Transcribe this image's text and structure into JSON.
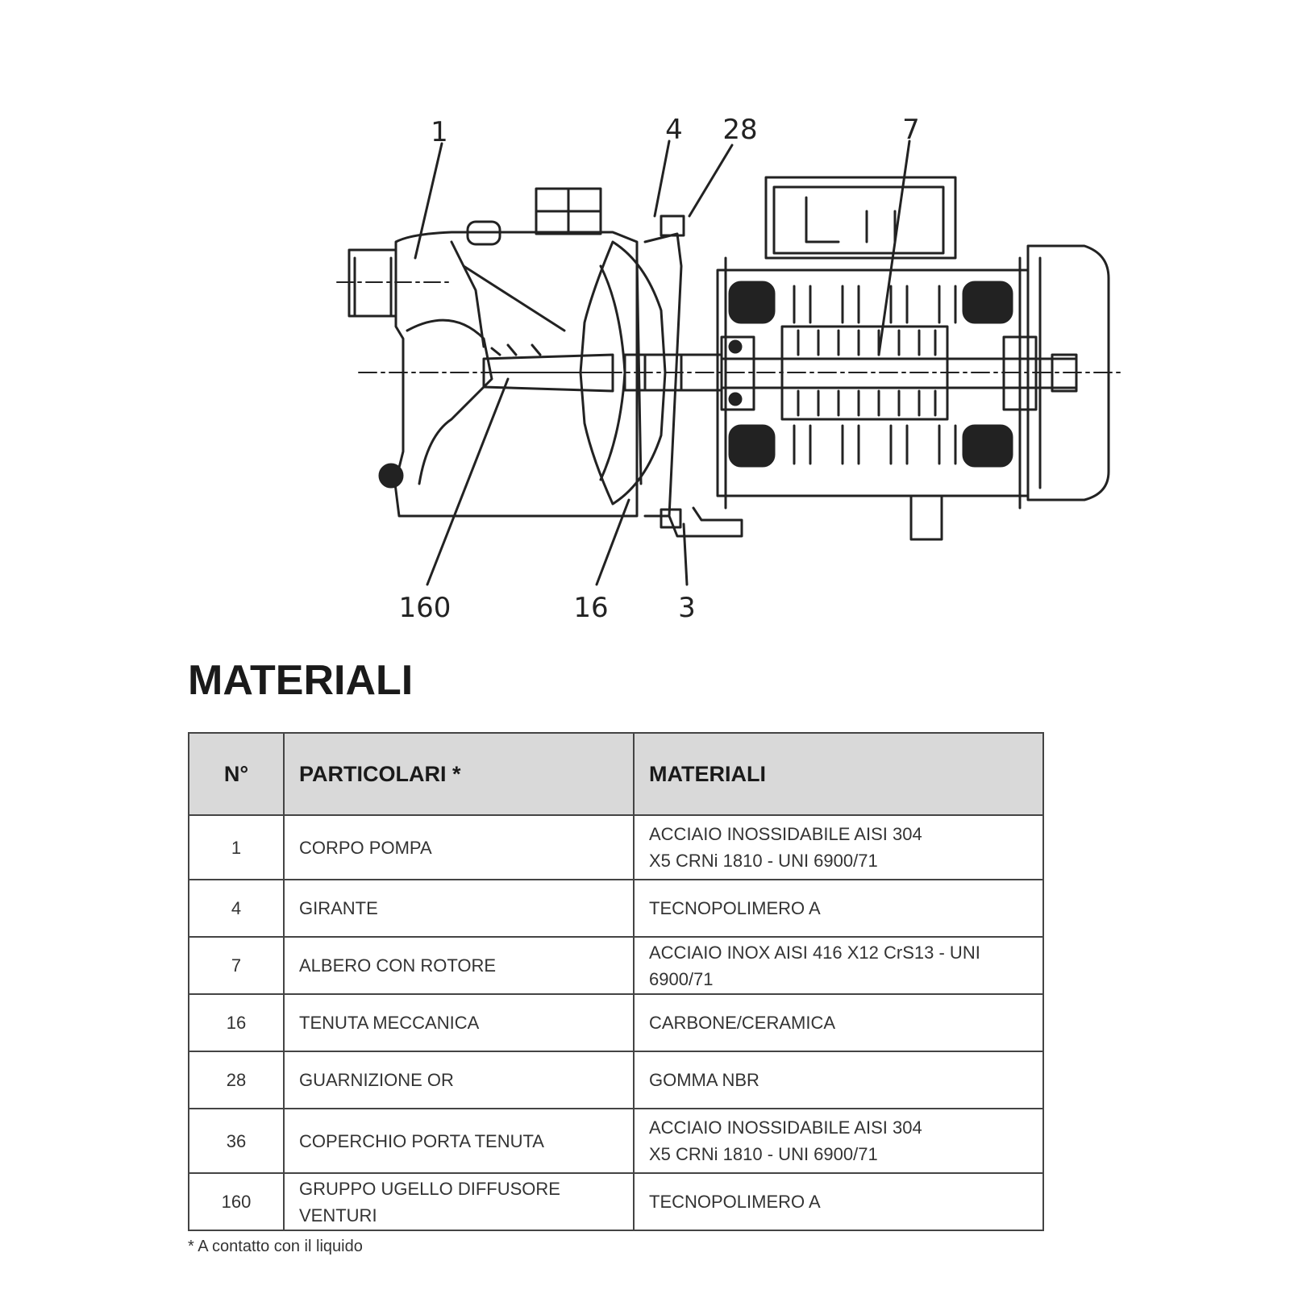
{
  "diagram": {
    "callouts": [
      "1",
      "4",
      "28",
      "7",
      "160",
      "16",
      "3"
    ]
  },
  "materials_section": {
    "title": "MATERIALI",
    "table": {
      "headers": [
        "N°",
        "PARTICOLARI *",
        "MATERIALI"
      ],
      "rows": [
        {
          "num": "1",
          "part": "CORPO POMPA",
          "material": [
            "ACCIAIO INOSSIDABILE AISI 304",
            "X5 CRNi 1810 - UNI 6900/71"
          ]
        },
        {
          "num": "4",
          "part": "GIRANTE",
          "material": [
            "TECNOPOLIMERO A"
          ]
        },
        {
          "num": "7",
          "part": "ALBERO CON ROTORE",
          "material": [
            "ACCIAIO INOX AISI 416  X12 CrS13 - UNI 6900/71"
          ]
        },
        {
          "num": "16",
          "part": "TENUTA MECCANICA",
          "material": [
            "CARBONE/CERAMICA"
          ]
        },
        {
          "num": "28",
          "part": "GUARNIZIONE OR",
          "material": [
            "GOMMA NBR"
          ]
        },
        {
          "num": "36",
          "part": "COPERCHIO PORTA TENUTA",
          "material": [
            "ACCIAIO INOSSIDABILE AISI 304",
            "X5 CRNi 1810 - UNI 6900/71"
          ]
        },
        {
          "num": "160",
          "part": "GRUPPO UGELLO DIFFUSORE VENTURI",
          "material": [
            "TECNOPOLIMERO A"
          ]
        }
      ]
    },
    "footnote": "* A contatto con il liquido"
  }
}
